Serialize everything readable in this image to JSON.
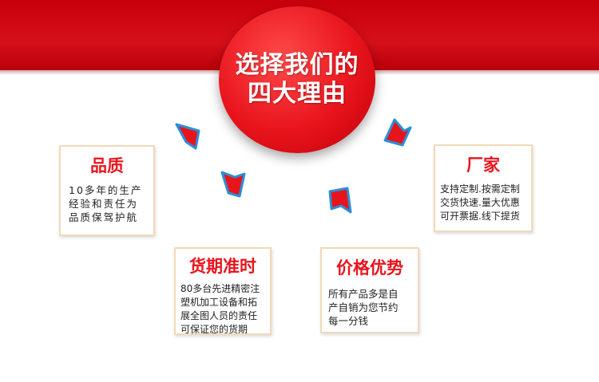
{
  "banner": {
    "title_line1": "选择我们的",
    "title_line2": "四大理由"
  },
  "cards": {
    "quality": {
      "title": "品质",
      "body": "10多年的生产\n经验和责任为\n品质保驾护航"
    },
    "delivery": {
      "title": "货期准时",
      "body": "80多台先进精密注\n塑机加工设备和拓\n展全图人员的责任\n可保证您的货期"
    },
    "price": {
      "title": "价格优势",
      "body": "所有产品多是自\n产自销为您节约\n每一分钱"
    },
    "factory": {
      "title": "厂家",
      "body": "支持定制.按需定制\n交货快速.量大优惠\n可开票据.线下提货"
    }
  },
  "colors": {
    "brand_red": "#e8141c",
    "card_border": "#f3d9b8",
    "arrow_fill": "#e8141c",
    "arrow_outline": "#2b8fd6"
  },
  "icons": [
    "arrow-icon"
  ]
}
